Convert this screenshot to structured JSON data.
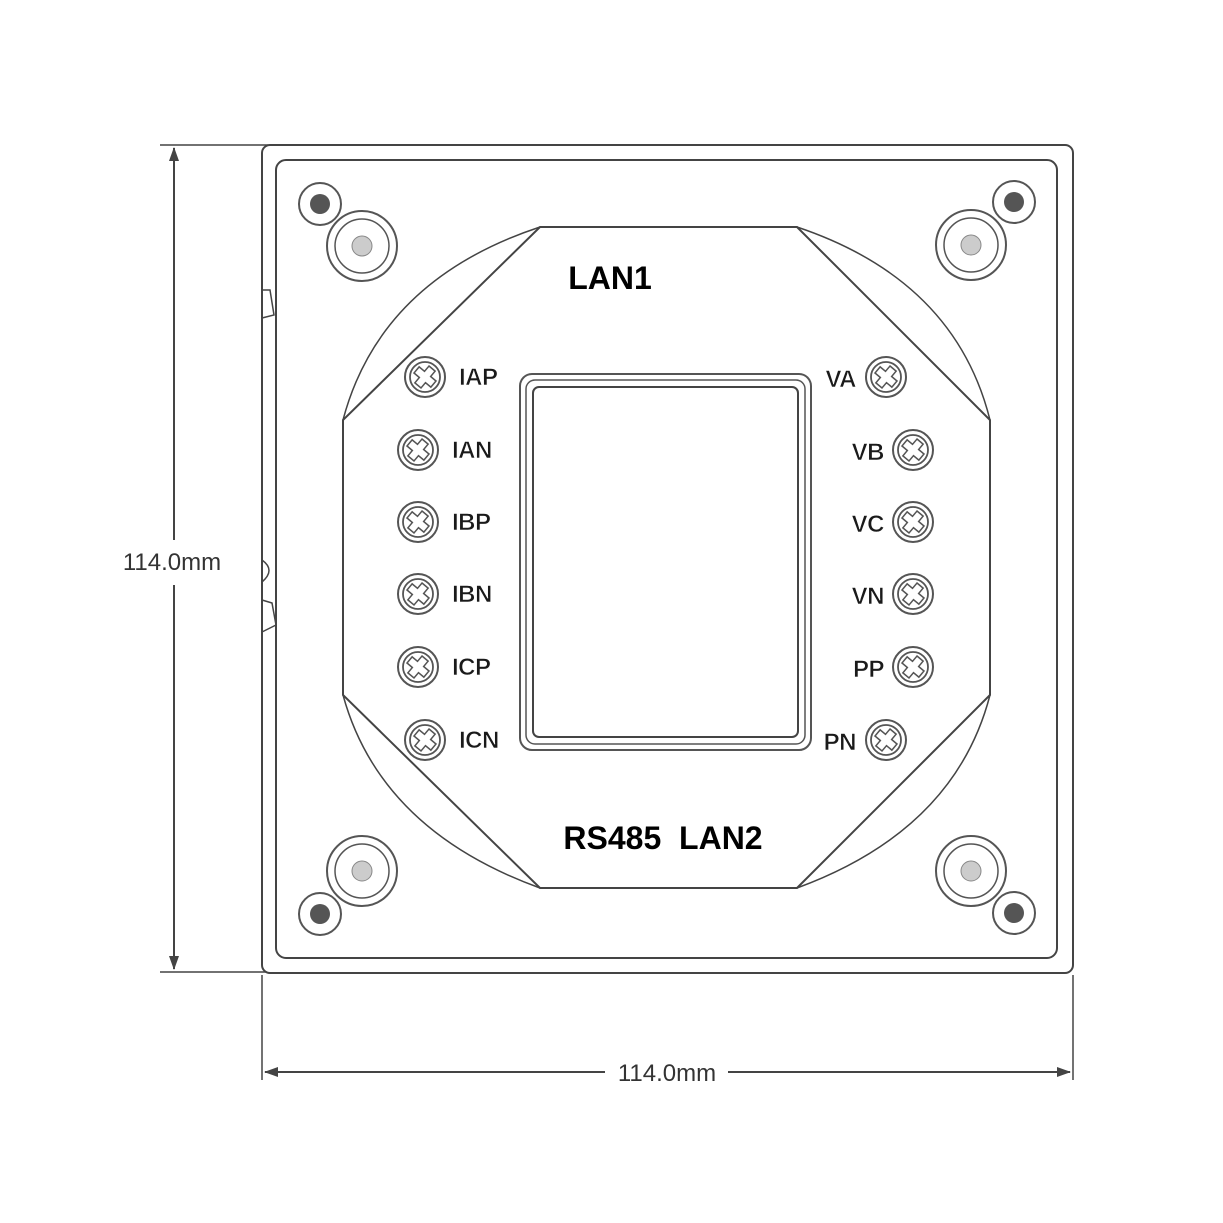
{
  "dimensions": {
    "height_label": "114.0mm",
    "width_label": "114.0mm"
  },
  "ports": {
    "top": "LAN1",
    "bottom": "RS485  LAN2"
  },
  "terminals": {
    "left": [
      "IAP",
      "IAN",
      "IBP",
      "IBN",
      "ICP",
      "ICN"
    ],
    "right": [
      "VA",
      "VB",
      "VC",
      "VN",
      "PP",
      "PN"
    ]
  },
  "colors": {
    "outline": "#444444",
    "hole_dark": "#555555",
    "hole_light": "#cccccc"
  }
}
